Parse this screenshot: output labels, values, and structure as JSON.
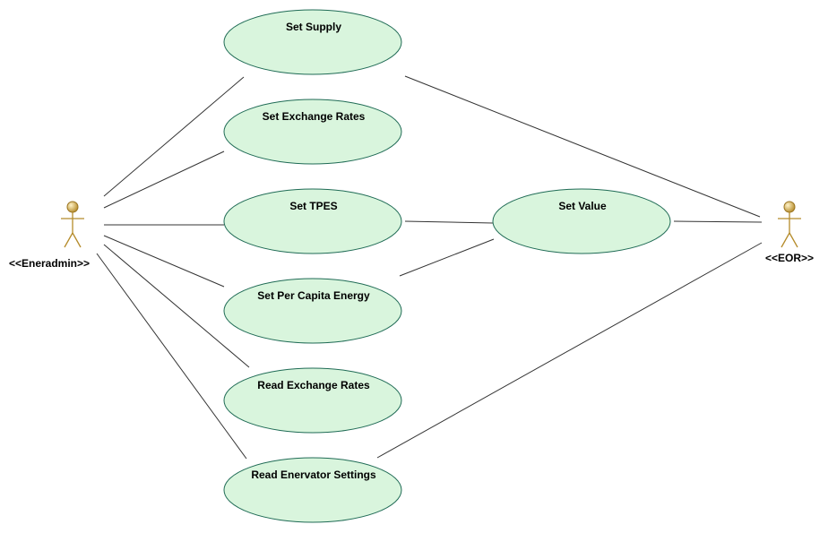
{
  "diagram": {
    "type": "use-case",
    "colors": {
      "usecase_fill": "#d9f5dd",
      "usecase_stroke": "#1f6b55",
      "actor_color": "#b58b2a",
      "line_color": "#333333"
    },
    "actors": [
      {
        "id": "eneradmin",
        "label": "<<Eneradmin>>"
      },
      {
        "id": "eor",
        "label": "<<EOR>>"
      }
    ],
    "use_cases": [
      {
        "id": "set_supply",
        "label": "Set Supply"
      },
      {
        "id": "set_exchange_rates",
        "label": "Set Exchange Rates"
      },
      {
        "id": "set_tpes",
        "label": "Set TPES"
      },
      {
        "id": "set_per_capita_energy",
        "label": "Set Per Capita Energy"
      },
      {
        "id": "read_exchange_rates",
        "label": "Read Exchange Rates"
      },
      {
        "id": "read_enervator_settings",
        "label": "Read Enervator Settings"
      },
      {
        "id": "set_value",
        "label": "Set Value"
      }
    ],
    "associations": [
      {
        "from": "eneradmin",
        "to": "set_supply"
      },
      {
        "from": "eneradmin",
        "to": "set_exchange_rates"
      },
      {
        "from": "eneradmin",
        "to": "set_tpes"
      },
      {
        "from": "eneradmin",
        "to": "set_per_capita_energy"
      },
      {
        "from": "eneradmin",
        "to": "read_exchange_rates"
      },
      {
        "from": "eneradmin",
        "to": "read_enervator_settings"
      },
      {
        "from": "set_tpes",
        "to": "set_value"
      },
      {
        "from": "set_per_capita_energy",
        "to": "set_value"
      },
      {
        "from": "set_value",
        "to": "eor"
      },
      {
        "from": "set_supply",
        "to": "eor"
      },
      {
        "from": "read_enervator_settings",
        "to": "eor"
      }
    ]
  }
}
